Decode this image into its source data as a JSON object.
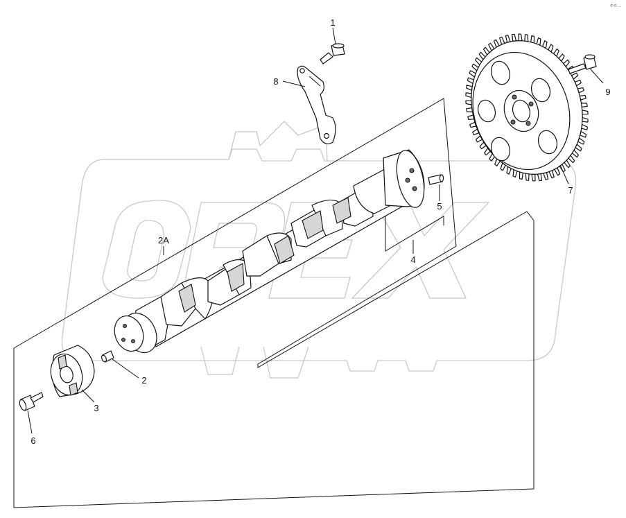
{
  "diagram": {
    "watermark_text": "OPEX",
    "corner_mark": "©© ...",
    "callouts": [
      {
        "id": "c1",
        "label": "1"
      },
      {
        "id": "c2",
        "label": "2"
      },
      {
        "id": "c2a",
        "label": "2A"
      },
      {
        "id": "c3",
        "label": "3"
      },
      {
        "id": "c4",
        "label": "4"
      },
      {
        "id": "c5",
        "label": "5"
      },
      {
        "id": "c6",
        "label": "6"
      },
      {
        "id": "c7",
        "label": "7"
      },
      {
        "id": "c8",
        "label": "8"
      },
      {
        "id": "c9",
        "label": "9"
      }
    ]
  }
}
